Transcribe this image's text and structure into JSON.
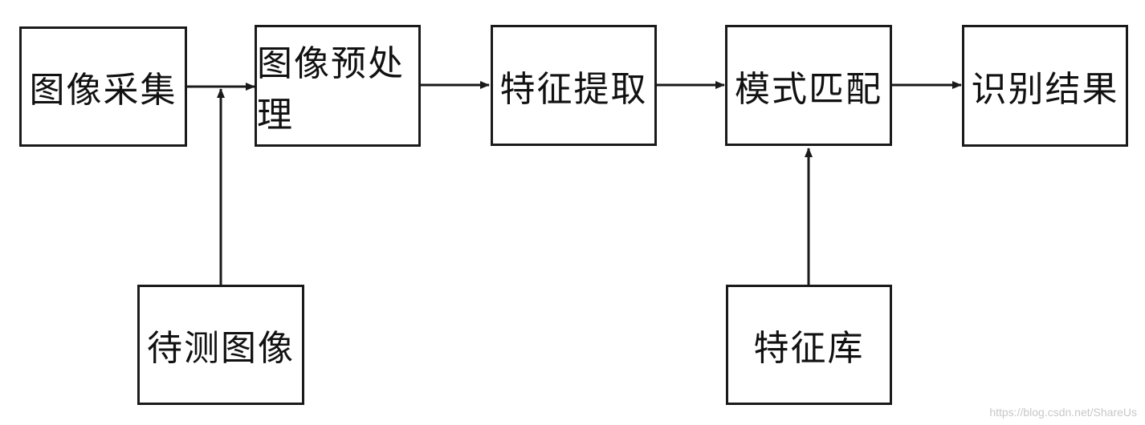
{
  "nodes": {
    "acquire": "图像采集",
    "preprocess": "图像预处理",
    "feature_extract": "特征提取",
    "pattern_match": "模式匹配",
    "result": "识别结果",
    "test_image": "待测图像",
    "feature_db": "特征库"
  },
  "edges": [
    {
      "from": "图像采集",
      "to": "图像预处理"
    },
    {
      "from": "待测图像",
      "to": "图像预处理"
    },
    {
      "from": "图像预处理",
      "to": "特征提取"
    },
    {
      "from": "特征提取",
      "to": "模式匹配"
    },
    {
      "from": "特征库",
      "to": "模式匹配"
    },
    {
      "from": "模式匹配",
      "to": "识别结果"
    }
  ],
  "watermark": "https://blog.csdn.net/ShareUs"
}
